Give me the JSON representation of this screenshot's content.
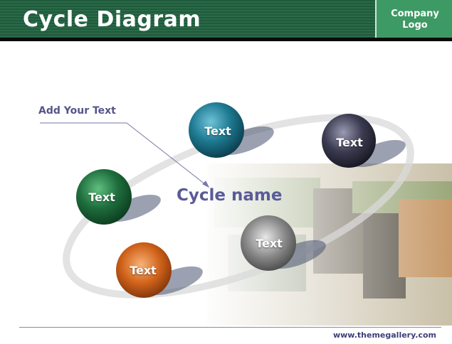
{
  "header": {
    "title": "Cycle Diagram",
    "logo_text": "Company\nLogo"
  },
  "diagram": {
    "cycle_name": "Cycle name",
    "callout": "Add Your Text",
    "nodes": [
      {
        "label": "Text",
        "color": "#1e7a92"
      },
      {
        "label": "Text",
        "color": "#3c3c52"
      },
      {
        "label": "Text",
        "color": "#1f6e3e"
      },
      {
        "label": "Text",
        "color": "#8a8a8a"
      },
      {
        "label": "Text",
        "color": "#d0621a"
      }
    ]
  },
  "footer": {
    "url": "www.themegallery.com"
  }
}
